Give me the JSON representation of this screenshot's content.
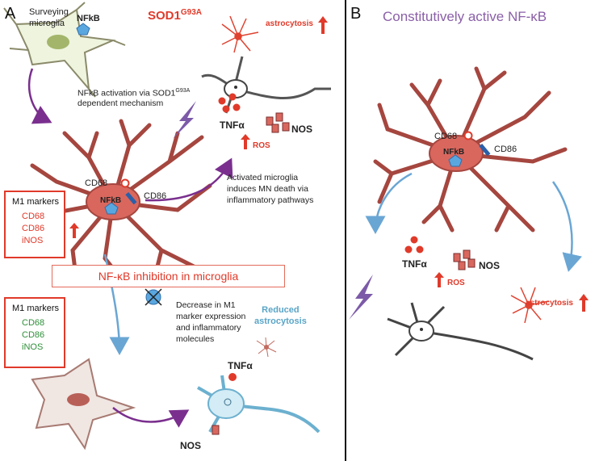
{
  "panels": {
    "a": {
      "letter": "A",
      "title": "SOD1",
      "title_sup": "G93A",
      "surveying": "Surveying\nmicroglia",
      "nfkb_label": "NFkB",
      "activation": "NFkB activation via SOD1",
      "activation_sup": "G93A",
      "activation_2": "dependent mechanism",
      "astrocytosis": "astrocytosis",
      "tnfa": "TNFα",
      "nos": "NOS",
      "ros": "ROS",
      "cd68": "CD68",
      "cd86": "CD86",
      "activated": "Activated microglia\ninduces MN death via\ninflammatory pathways",
      "m1_box_up": {
        "title": "M1 markers",
        "items": [
          "CD68",
          "CD86",
          "iNOS"
        ]
      },
      "inhibition": "NF-κB inhibition in microglia",
      "m1_box_down": {
        "title": "M1 markers",
        "items": [
          "CD68",
          "CD86",
          "iNOS"
        ]
      },
      "decrease": "Decrease in M1\nmarker expression\nand inflammatory\nmolecules",
      "reduced": "Reduced\nastrocytosis",
      "tnfa_bottom": "TNFα",
      "nos_bottom": "NOS"
    },
    "b": {
      "letter": "B",
      "title": "Constitutively active NF-κB",
      "cd68": "CD68",
      "nfkb": "NFkB",
      "cd86": "CD86",
      "tnfa": "TNFα",
      "nos": "NOS",
      "ros": "ROS",
      "astrocytosis": "astrocytosis"
    }
  },
  "colors": {
    "microglia_red": "#a5463f",
    "nucleus": "#d9675e",
    "accent_red": "#e03a2a",
    "purple_arrow": "#7a2f8e",
    "blue_arrow": "#6aa6d4",
    "green": "#2f8f3a",
    "reduced_blue": "#5aa5c7",
    "title_purple": "#8a5fa8",
    "bolt": "#7c5aa8"
  }
}
